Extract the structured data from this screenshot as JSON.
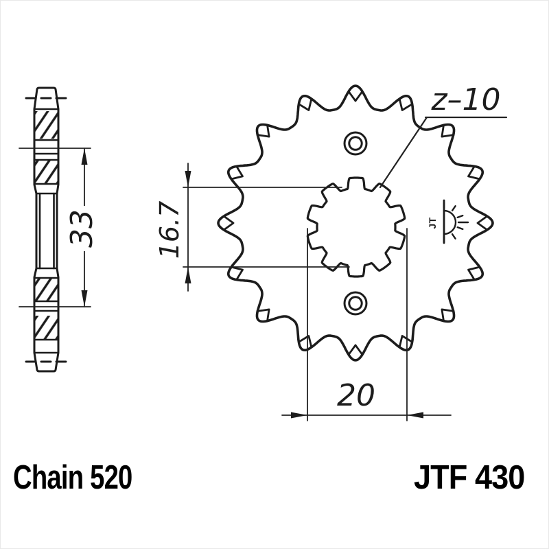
{
  "drawing": {
    "teeth_count_label": "z–10",
    "dim_hub_width": "33",
    "dim_spline_minor": "16.7",
    "dim_spline_major": "20"
  },
  "footer": {
    "chain_label": "Chain 520",
    "model_label": "JTF 430"
  },
  "logo": {
    "jt_text": "JT"
  },
  "colors": {
    "line": "#1c1c1c",
    "thin_line": "#222222",
    "background": "#ffffff",
    "frame": "#e8e8e8"
  }
}
